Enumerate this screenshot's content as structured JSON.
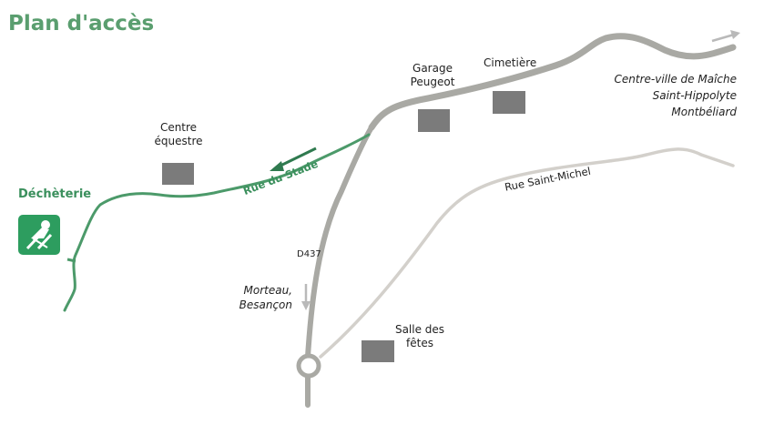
{
  "title": "Plan d'accès",
  "labels": {
    "dechetterie": "Déchèterie",
    "centre_equestre": [
      "Centre",
      "équestre"
    ],
    "garage_peugeot": [
      "Garage",
      "Peugeot"
    ],
    "cimetiere": "Cimetière",
    "destinations_ne": [
      "Centre-ville de Maîche",
      "Saint-Hippolyte",
      "Montbéliard"
    ],
    "rue_du_stade": "Rue du Stade",
    "rue_saint_michel": "Rue Saint-Michel",
    "d437": "D437",
    "destinations_s": [
      "Morteau,",
      "Besançon"
    ],
    "salle_des_fetes": [
      "Salle des",
      "fêtes"
    ]
  },
  "colors": {
    "title": "#5a9e6f",
    "green_route": "#4c9a6a",
    "main_road": "#a9a9a4",
    "secondary_road": "#d3d0cb",
    "building": "#7b7b7b"
  },
  "icons": {
    "dechetterie": "waste-disposal-icon"
  }
}
